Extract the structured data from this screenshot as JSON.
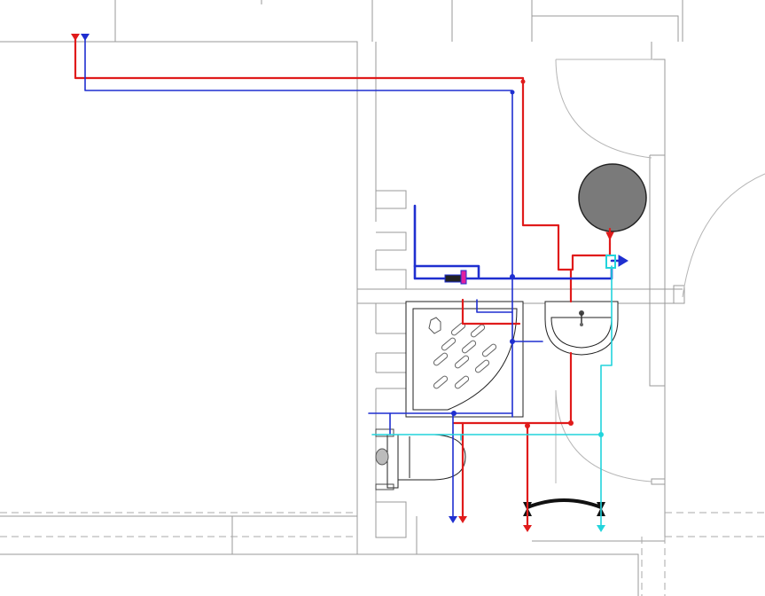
{
  "drawing": {
    "type": "plumbing-plan",
    "colors": {
      "hot_water": "#e01b1b",
      "cold_water": "#1f2fd0",
      "return_line": "#22d4dc",
      "valve_accent": "#e020a0",
      "boiler_fill": "#7a7a7a",
      "walls": "#9a9a9a",
      "fixture_line": "#222222",
      "connector": "#111111"
    },
    "fixtures": [
      {
        "id": "water-heater",
        "icon": "boiler-tank-icon"
      },
      {
        "id": "washbasin",
        "icon": "sink-icon"
      },
      {
        "id": "shower-tray",
        "icon": "shower-tray-icon"
      },
      {
        "id": "toilet",
        "icon": "toilet-icon"
      },
      {
        "id": "flexible-connector",
        "icon": "flex-hose-icon"
      }
    ]
  }
}
